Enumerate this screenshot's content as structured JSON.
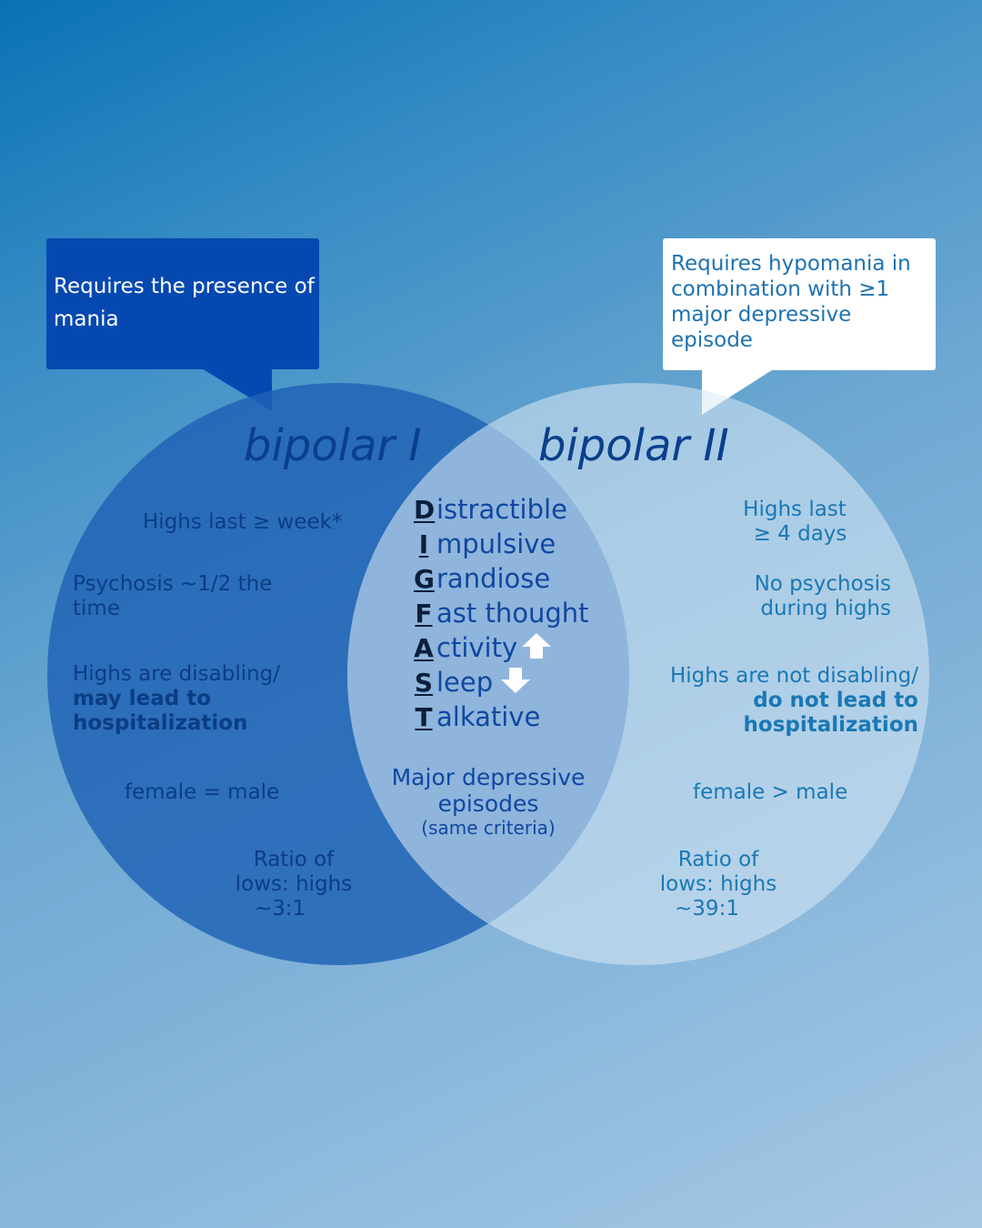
{
  "colors": {
    "background_top": "#0a72b4",
    "background_bottom": "#a6c8e4",
    "circle_left": "#1f62b4",
    "circle_right": "#dbe9f4",
    "overlap": "#8fb5dc",
    "callout_left_bg": "#0549b0",
    "callout_right_bg": "#ffffff",
    "title_color": "#0a3f8c"
  },
  "callouts": {
    "left": "Requires the presence of mania",
    "right": "Requires hypomania in combination with ≥1 major depressive episode"
  },
  "titles": {
    "left": "bipolar I",
    "right": "bipolar II"
  },
  "left": {
    "highs_last": "Highs last ≥ week*",
    "psychosis": "Psychosis ~1/2 the time",
    "disabling_line1": "Highs are disabling/",
    "disabling_bold": "may lead to hospitalization",
    "sex_ratio": "female = male",
    "ratio_line1": "Ratio of",
    "ratio_line2": "lows: highs",
    "ratio_line3": "~3:1"
  },
  "right": {
    "highs_last_line1": "Highs last",
    "highs_last_line2": "≥ 4 days",
    "psychosis_line1": "No psychosis",
    "psychosis_line2": "during highs",
    "disabling_line1": "Highs are not disabling/",
    "disabling_bold_line1": "do not lead to",
    "disabling_bold_line2": "hospitalization",
    "sex_ratio": "female > male",
    "ratio_line1": "Ratio of",
    "ratio_line2": "lows: highs",
    "ratio_line3": "~39:1"
  },
  "center": {
    "digfast": [
      {
        "letter": "D",
        "rest": "istractible"
      },
      {
        "letter": "I",
        "rest": "mpulsive"
      },
      {
        "letter": "G",
        "rest": "randiose"
      },
      {
        "letter": "F",
        "rest": "ast thought"
      },
      {
        "letter": "A",
        "rest": "ctivity",
        "arrow": "arrow-up-icon"
      },
      {
        "letter": "S",
        "rest": "leep",
        "arrow": "arrow-down-icon"
      },
      {
        "letter": "T",
        "rest": "alkative"
      }
    ],
    "depressive_line1": "Major depressive",
    "depressive_line2": "episodes",
    "depressive_note": "(same criteria)"
  }
}
